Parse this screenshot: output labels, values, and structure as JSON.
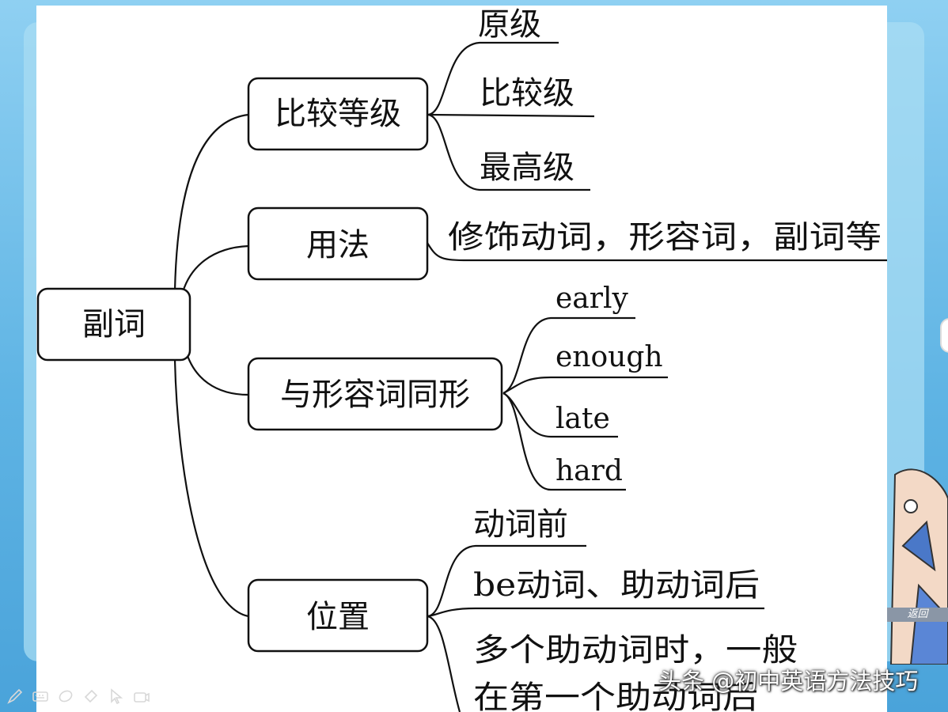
{
  "mindmap": {
    "root": "副词",
    "branches": [
      {
        "label": "比较等级",
        "children": [
          "原级",
          "比较级",
          "最高级"
        ]
      },
      {
        "label": "用法",
        "children": [
          "修饰动词，形容词，副词等"
        ]
      },
      {
        "label": "与形容词同形",
        "children": [
          "early",
          "enough",
          "late",
          "hard"
        ]
      },
      {
        "label": "位置",
        "children": [
          "动词前",
          "be动词、助动词后",
          "多个助动词时，一般",
          "在第一个助动词后"
        ]
      }
    ]
  },
  "side_panel": {
    "back_button": "返回"
  },
  "toolbar": {
    "tools": [
      "pen-icon",
      "keyboard-icon",
      "eraser-icon",
      "tag-icon",
      "pointer-icon",
      "camera-icon"
    ]
  },
  "watermark": "头条 @初中英语方法技巧"
}
